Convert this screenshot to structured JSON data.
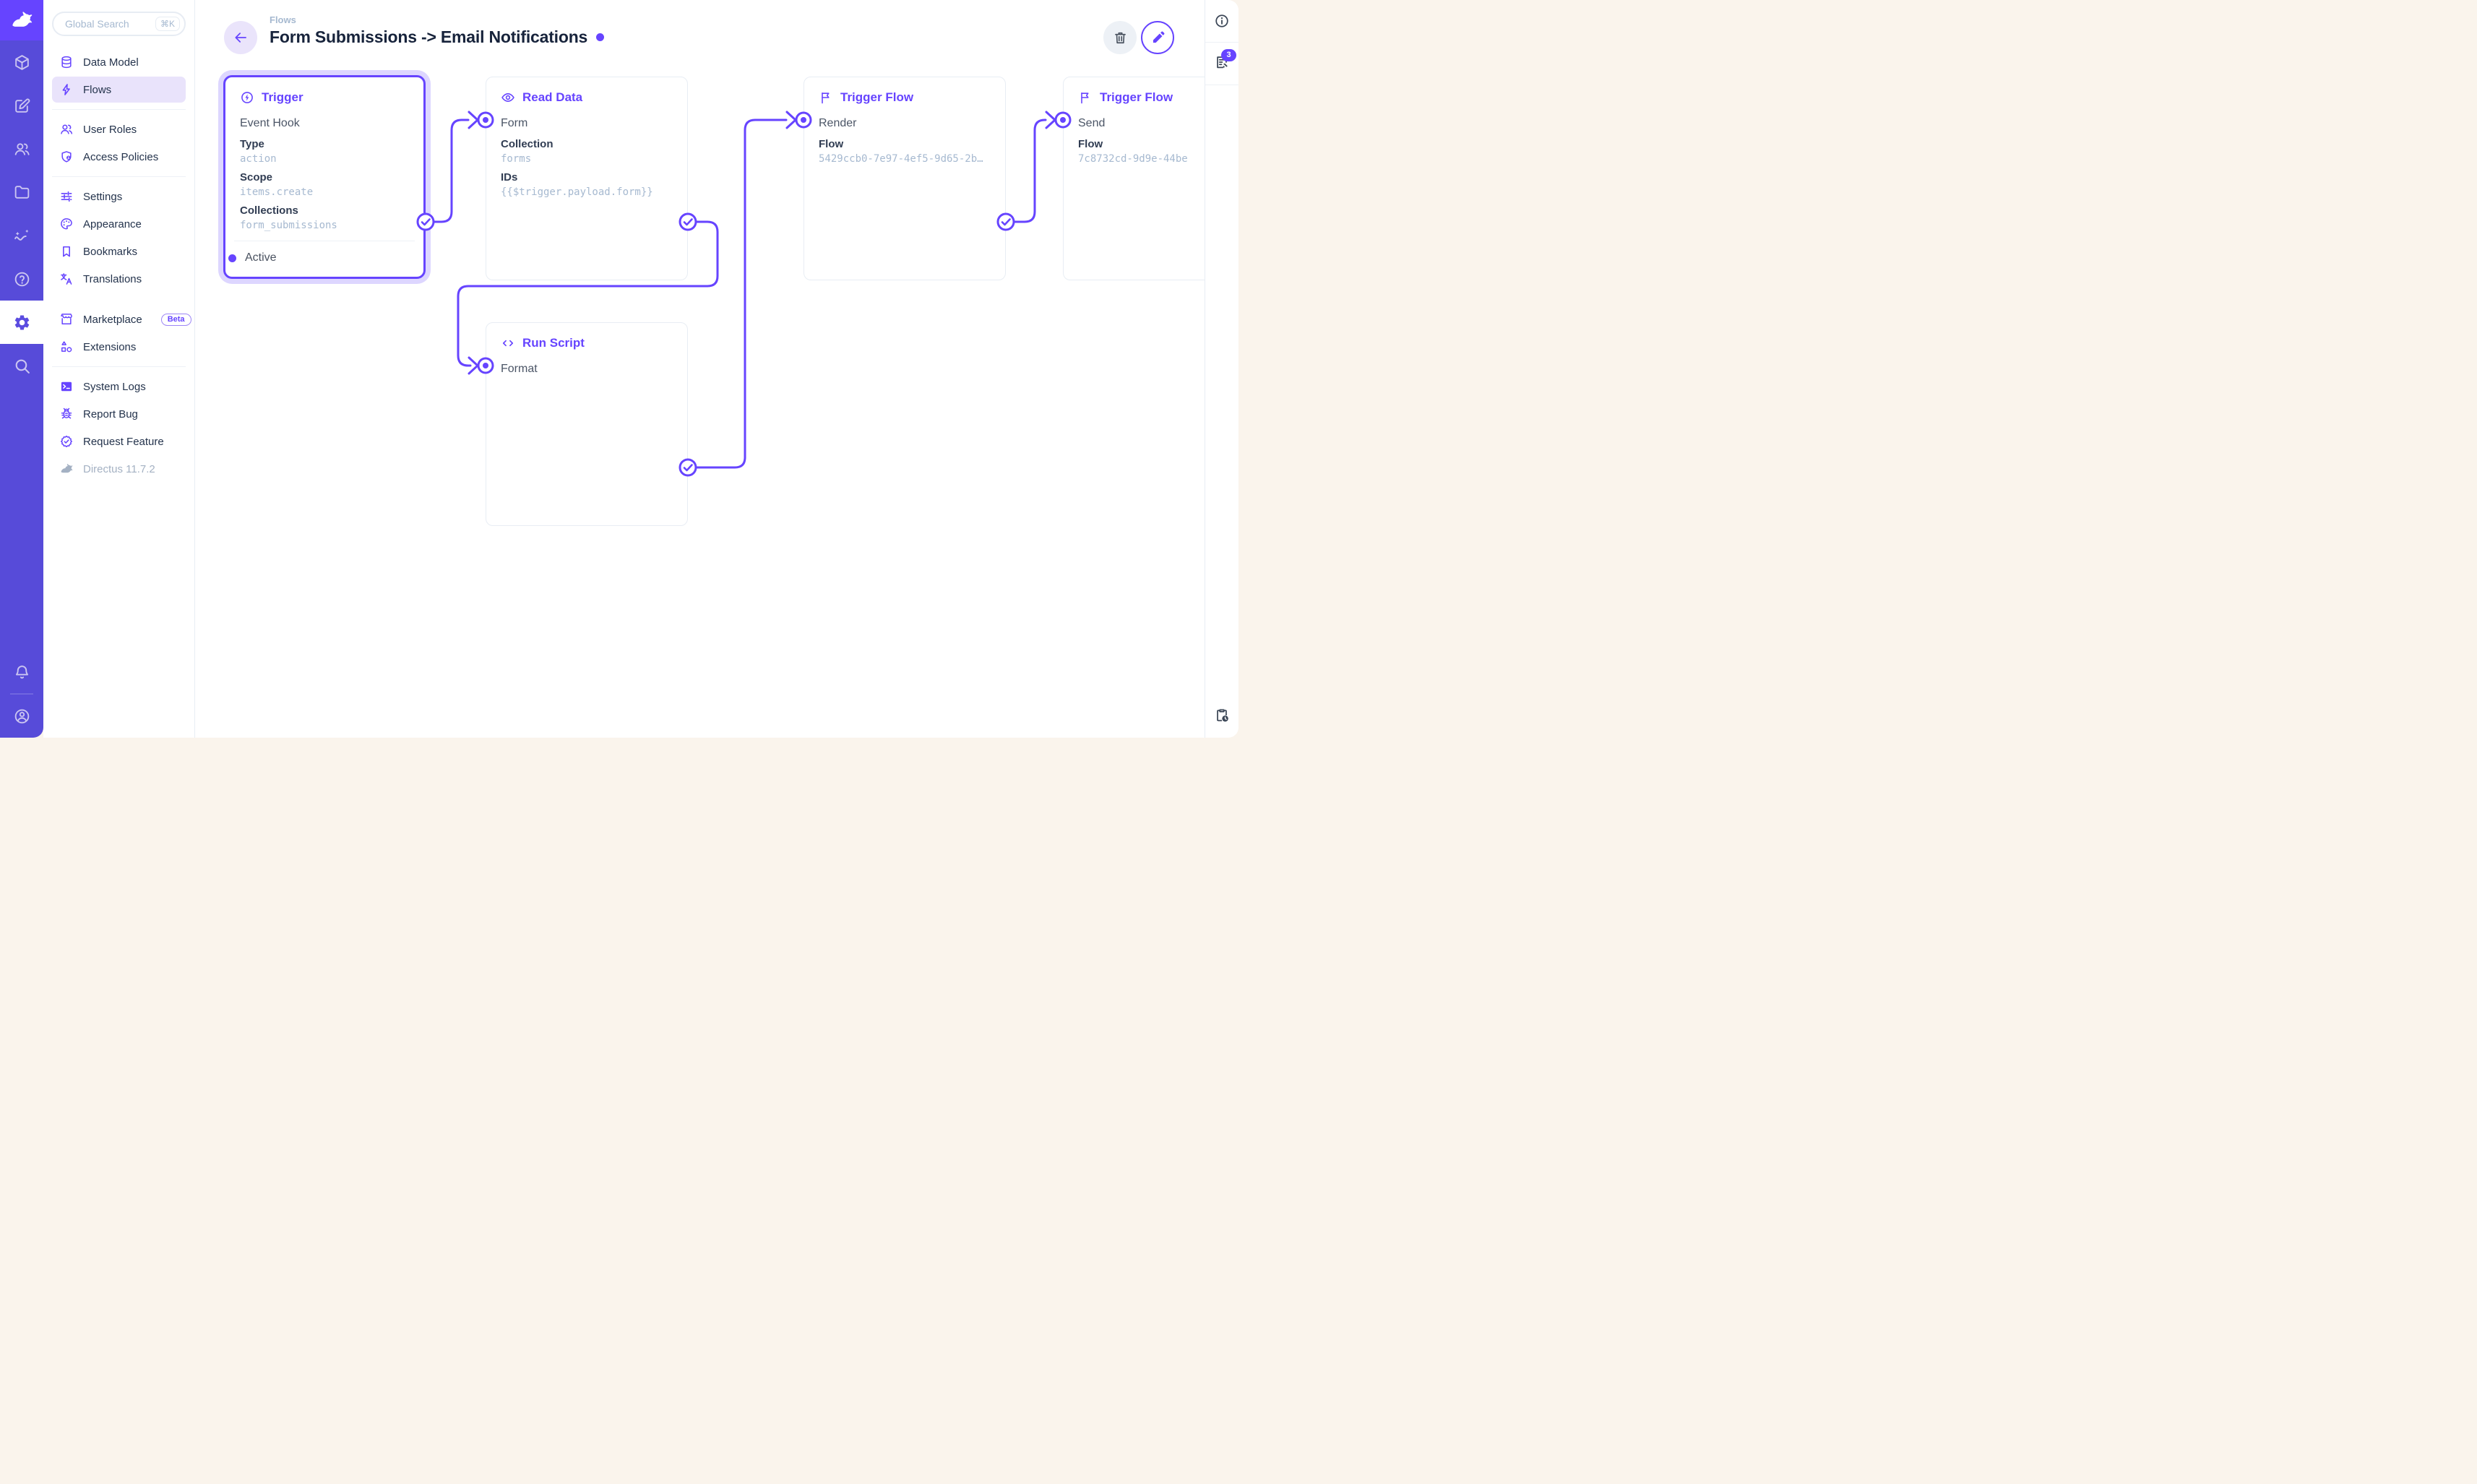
{
  "theme": {
    "accent": "#6644ff",
    "module_bar_bg": "#574bd9",
    "logo_bg": "#6644ff",
    "page_bg": "#faf4ec",
    "nav_active_bg": "#e9e3fb",
    "text_dark": "#17233b",
    "text_label": "#303c52",
    "text_secondary": "#4b5566",
    "text_muted": "#a6b9d0",
    "border": "#e8edf4"
  },
  "brand": {
    "project_name": "Directus"
  },
  "module_bar": {
    "items": [
      {
        "icon": "box-icon",
        "name": "content"
      },
      {
        "icon": "edit-square-icon",
        "name": "editor"
      },
      {
        "icon": "users-icon",
        "name": "users"
      },
      {
        "icon": "folder-icon",
        "name": "files"
      },
      {
        "icon": "insights-icon",
        "name": "insights"
      },
      {
        "icon": "help-icon",
        "name": "help"
      },
      {
        "icon": "gear-icon",
        "name": "settings",
        "active": true
      },
      {
        "icon": "search-icon",
        "name": "search"
      }
    ],
    "bottom": [
      {
        "icon": "bell-icon",
        "name": "notifications"
      },
      {
        "icon": "account-icon",
        "name": "account"
      }
    ]
  },
  "sidebar": {
    "search": {
      "placeholder": "Global Search",
      "shortcut": "⌘K"
    },
    "items": [
      {
        "label": "Data Model",
        "icon": "database-icon"
      },
      {
        "label": "Flows",
        "icon": "bolt-icon",
        "active": true
      },
      {
        "label": "User Roles",
        "icon": "users-icon"
      },
      {
        "label": "Access Policies",
        "icon": "shield-user-icon"
      },
      {
        "label": "Settings",
        "icon": "tune-icon"
      },
      {
        "label": "Appearance",
        "icon": "palette-icon"
      },
      {
        "label": "Bookmarks",
        "icon": "bookmark-icon"
      },
      {
        "label": "Translations",
        "icon": "translate-icon"
      },
      {
        "label": "Marketplace",
        "icon": "storefront-icon",
        "badge": "Beta"
      },
      {
        "label": "Extensions",
        "icon": "shapes-icon"
      },
      {
        "label": "System Logs",
        "icon": "terminal-icon"
      },
      {
        "label": "Report Bug",
        "icon": "bug-icon"
      },
      {
        "label": "Request Feature",
        "icon": "badge-check-icon"
      }
    ],
    "version": "Directus 11.7.2"
  },
  "header": {
    "breadcrumb": "Flows",
    "title": "Form Submissions -> Email Notifications",
    "delete_button": "delete",
    "edit_button": "edit"
  },
  "right_panel": {
    "notices_count": "3"
  },
  "flow": {
    "nodes": [
      {
        "type_label": "Trigger",
        "icon": "bolt-circle-icon",
        "subtitle": "Event Hook",
        "fields": [
          {
            "label": "Type",
            "value": "action"
          },
          {
            "label": "Scope",
            "value": "items.create"
          },
          {
            "label": "Collections",
            "value": "form_submissions"
          }
        ],
        "status": "Active"
      },
      {
        "type_label": "Read Data",
        "icon": "eye-icon",
        "name": "Form",
        "fields": [
          {
            "label": "Collection",
            "value": "forms"
          },
          {
            "label": "IDs",
            "value": "{{$trigger.payload.form}}"
          }
        ]
      },
      {
        "type_label": "Run Script",
        "icon": "code-icon",
        "name": "Format",
        "fields": []
      },
      {
        "type_label": "Trigger Flow",
        "icon": "flag-icon",
        "name": "Render",
        "fields": [
          {
            "label": "Flow",
            "value": "5429ccb0-7e97-4ef5-9d65-2b…"
          }
        ]
      },
      {
        "type_label": "Trigger Flow",
        "icon": "flag-icon",
        "name": "Send",
        "fields": [
          {
            "label": "Flow",
            "value": "7c8732cd-9d9e-44be"
          }
        ]
      }
    ]
  }
}
